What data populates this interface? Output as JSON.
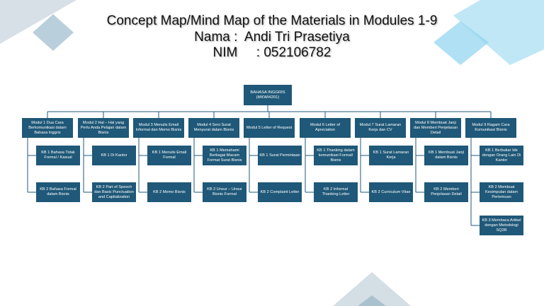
{
  "title": {
    "line1": "Concept Map/Mind Map of the Materials in Modules 1-9",
    "line2": "Nama :  Andi Tri Prasetiya",
    "line3": "NIM     : 052106782"
  },
  "root": {
    "line1": "BAHASA INGGRIS",
    "line2": "(MKWI4201)"
  },
  "colors": {
    "box": "#1f5878",
    "line": "#1f5878",
    "deco_light": "#a9dff3",
    "deco_grey": "#c9d6df"
  },
  "modules": [
    {
      "label": "Modul 1 Dua Cara Berkomunikasi dalam Bahasa Inggris",
      "kb": [
        "KB 1 Bahasa Tidak Formal / Kasual",
        "KB 2 Bahasa Formal dalam Bisnis"
      ]
    },
    {
      "label": "Modul 2 Hal – Hal yang Perlu Anda Pelajari dalam Bisnis",
      "kb": [
        "KB 1 Di Kantor",
        "KB 2 Part of Speech dan Basic Punctuation and Capitalization"
      ]
    },
    {
      "label": "Modul 3 Menulis Email Informal dan Memo Bisnis",
      "kb": [
        "KB 1 Menulis Email Formal",
        "KB 2 Memo Bisnis"
      ]
    },
    {
      "label": "Modul 4 Seni Surat Menyurat dalam Bisnis",
      "kb": [
        "KB 1 Memahami Berbagai Macam Format Surat Bisnis",
        "KB 2 Unsur – Unsur Bisnis Formal"
      ]
    },
    {
      "label": "Modul 5 Letter of Request",
      "kb": [
        "KB 1 Surat Permintaan",
        "KB 2 Complaint Letter"
      ]
    },
    {
      "label": "Modul 6 Letter of Apreciation",
      "kb": [
        "KB 1 Thanking dalam komunikasi Formal/ Bisnis",
        "KB 2 Informal Thanking Letter"
      ]
    },
    {
      "label": "Modul 7 Surat Lamaran Kerja dan CV",
      "kb": [
        "KB 1 Surat Lamaran Kerja",
        "KB 2 Curriculum Vitae"
      ]
    },
    {
      "label": "Modul 8 Membuat Janji dan Memberi Penjelasan Detail",
      "kb": [
        "KB 1 Membuat Janji dalam Bisnis",
        "KB 2 Memberi Penjelasan Detail"
      ]
    },
    {
      "label": "Modul 9 Ragam Cara Komunikasi Bisnis",
      "kb": [
        "KB 1 Berbukar Ide dengan Orang Lain Di Kantor",
        "KB 2 Membuat Kesimpulan dalam Pertemuan",
        "KB 3 Membaca Artikel dengan Metodologi SQ3R"
      ]
    }
  ]
}
